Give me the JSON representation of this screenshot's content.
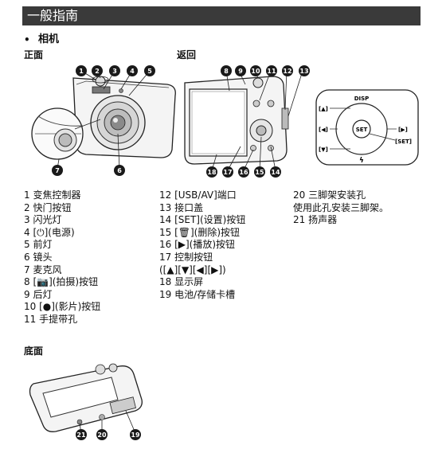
{
  "header": {
    "title": "一般指南"
  },
  "section": {
    "bullet": "•",
    "title": "相机"
  },
  "labels": {
    "front": "正面",
    "back": "返回",
    "bottom": "底面"
  },
  "dial": {
    "disp": "DISP",
    "up": "[▲]",
    "left": "[◀]",
    "right": "[▶]",
    "down": "[▼]",
    "set": "SET",
    "set_label": "[SET]",
    "flash": "ϟ"
  },
  "callouts": {
    "front": [
      "1",
      "2",
      "3",
      "4",
      "5",
      "6",
      "7"
    ],
    "back": [
      "8",
      "9",
      "10",
      "11",
      "12",
      "13",
      "14",
      "15",
      "16",
      "17",
      "18"
    ],
    "bottom": [
      "19",
      "20",
      "21"
    ]
  },
  "parts": {
    "col1": [
      "1  变焦控制器",
      "2  快门按钮",
      "3  闪光灯",
      "4  [⏻](电源)",
      "5  前灯",
      "6  镜头",
      "7  麦克风",
      "8  [📷](拍摄)按钮",
      "9  后灯",
      "10 [●](影片)按钮",
      "11 手提带孔"
    ],
    "col2": [
      "12 [USB/AV]端口",
      "13 接口盖",
      "14 [SET](设置)按钮",
      "15 [🗑](删除)按钮",
      "16 [▶](播放)按钮",
      "17 控制按钮",
      "    ([▲][▼][◀][▶])",
      "18 显示屏",
      "19 电池/存储卡槽"
    ],
    "col3": [
      "20 三脚架安装孔",
      "    使用此孔安装三脚架。",
      "21 扬声器"
    ]
  }
}
